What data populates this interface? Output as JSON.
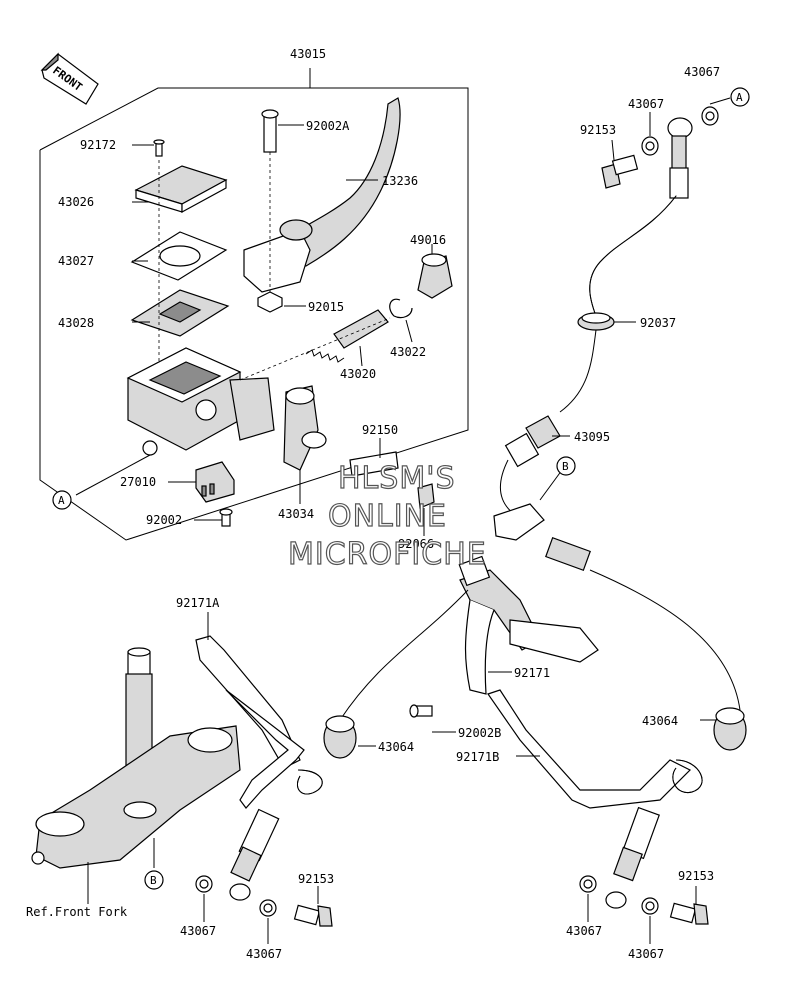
{
  "header": {
    "direction_tag": "FRONT"
  },
  "callouts": {
    "a": "A",
    "b": "B"
  },
  "parts": {
    "p43015": "43015",
    "p92172": "92172",
    "p92002A": "92002A",
    "p13236": "13236",
    "p43026": "43026",
    "p43027": "43027",
    "p43028": "43028",
    "p49016": "49016",
    "p92015": "92015",
    "p43022": "43022",
    "p43020": "43020",
    "p92150": "92150",
    "p27010": "27010",
    "p92002": "92002",
    "p43034": "43034",
    "p92066": "92066",
    "p43067_top_right": "43067",
    "p43067_top_mid": "43067",
    "p92153_top": "92153",
    "p92037": "92037",
    "p43095": "43095",
    "p92171A": "92171A",
    "p92171": "92171",
    "p92002B": "92002B",
    "p43064_left": "43064",
    "p43064_right": "43064",
    "p92171B": "92171B",
    "p92153_bottom_left": "92153",
    "p43067_bl1": "43067",
    "p43067_bl2": "43067",
    "p92153_bottom_right": "92153",
    "p43067_br1": "43067",
    "p43067_br2": "43067"
  },
  "reference": {
    "front_fork": "Ref.Front Fork"
  },
  "watermark": {
    "line1": "HLSM'S",
    "line2": "ONLINE",
    "line3": "MICROFICHE"
  }
}
